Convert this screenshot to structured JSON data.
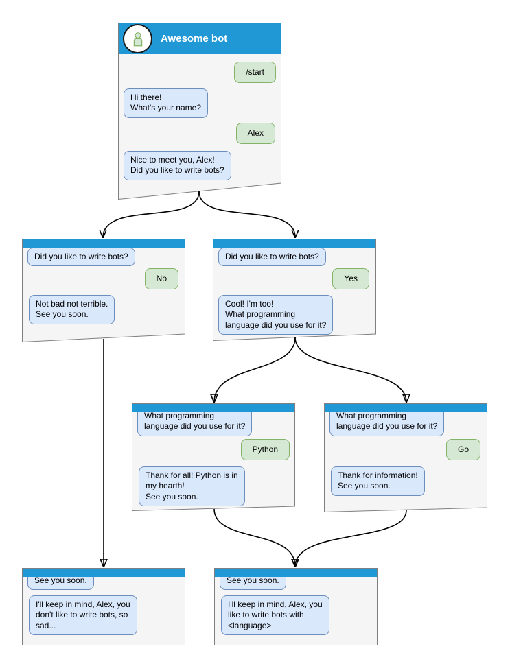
{
  "diagram": {
    "colors": {
      "titlebar_blue": "#2098d5",
      "window_fill": "#f5f5f5",
      "window_border": "#7f7f7f",
      "bot_bubble_fill": "#dae8fc",
      "bot_bubble_border": "#6c8ebf",
      "user_bubble_fill": "#d5e8d4",
      "user_bubble_border": "#82b366",
      "arrow_color": "#000000"
    },
    "windows": {
      "main": {
        "title": "Awesome bot",
        "avatar_icon": "person-icon",
        "messages": {
          "start": "/start",
          "greeting": "Hi there!\nWhat's your name?",
          "name_answer": "Alex",
          "nice_to_meet": "Nice to meet you, Alex!\nDid you like to write bots?"
        }
      },
      "no_branch": {
        "question": "Did you like to write bots?",
        "answer": "No",
        "reply": "Not bad not terrible.\nSee you soon."
      },
      "yes_branch": {
        "question": "Did you like to write bots?",
        "answer": "Yes",
        "reply": "Cool! I'm too!\nWhat programming\nlanguage did you use for it?"
      },
      "python_branch": {
        "question": "What programming\nlanguage did you use for it?",
        "answer": "Python",
        "reply": "Thank for all! Python is in\nmy hearth!\nSee you soon."
      },
      "go_branch": {
        "question": "What programming\nlanguage did you use for it?",
        "answer": "Go",
        "reply": "Thank for information!\nSee you soon."
      },
      "end_no": {
        "first": "See you soon.",
        "reply": "I'll keep in mind, Alex, you\ndon't like to write bots, so\nsad..."
      },
      "end_yes": {
        "first": "See you soon.",
        "reply": "I'll keep in mind, Alex, you\nlike to write bots with\n<language>"
      }
    }
  }
}
